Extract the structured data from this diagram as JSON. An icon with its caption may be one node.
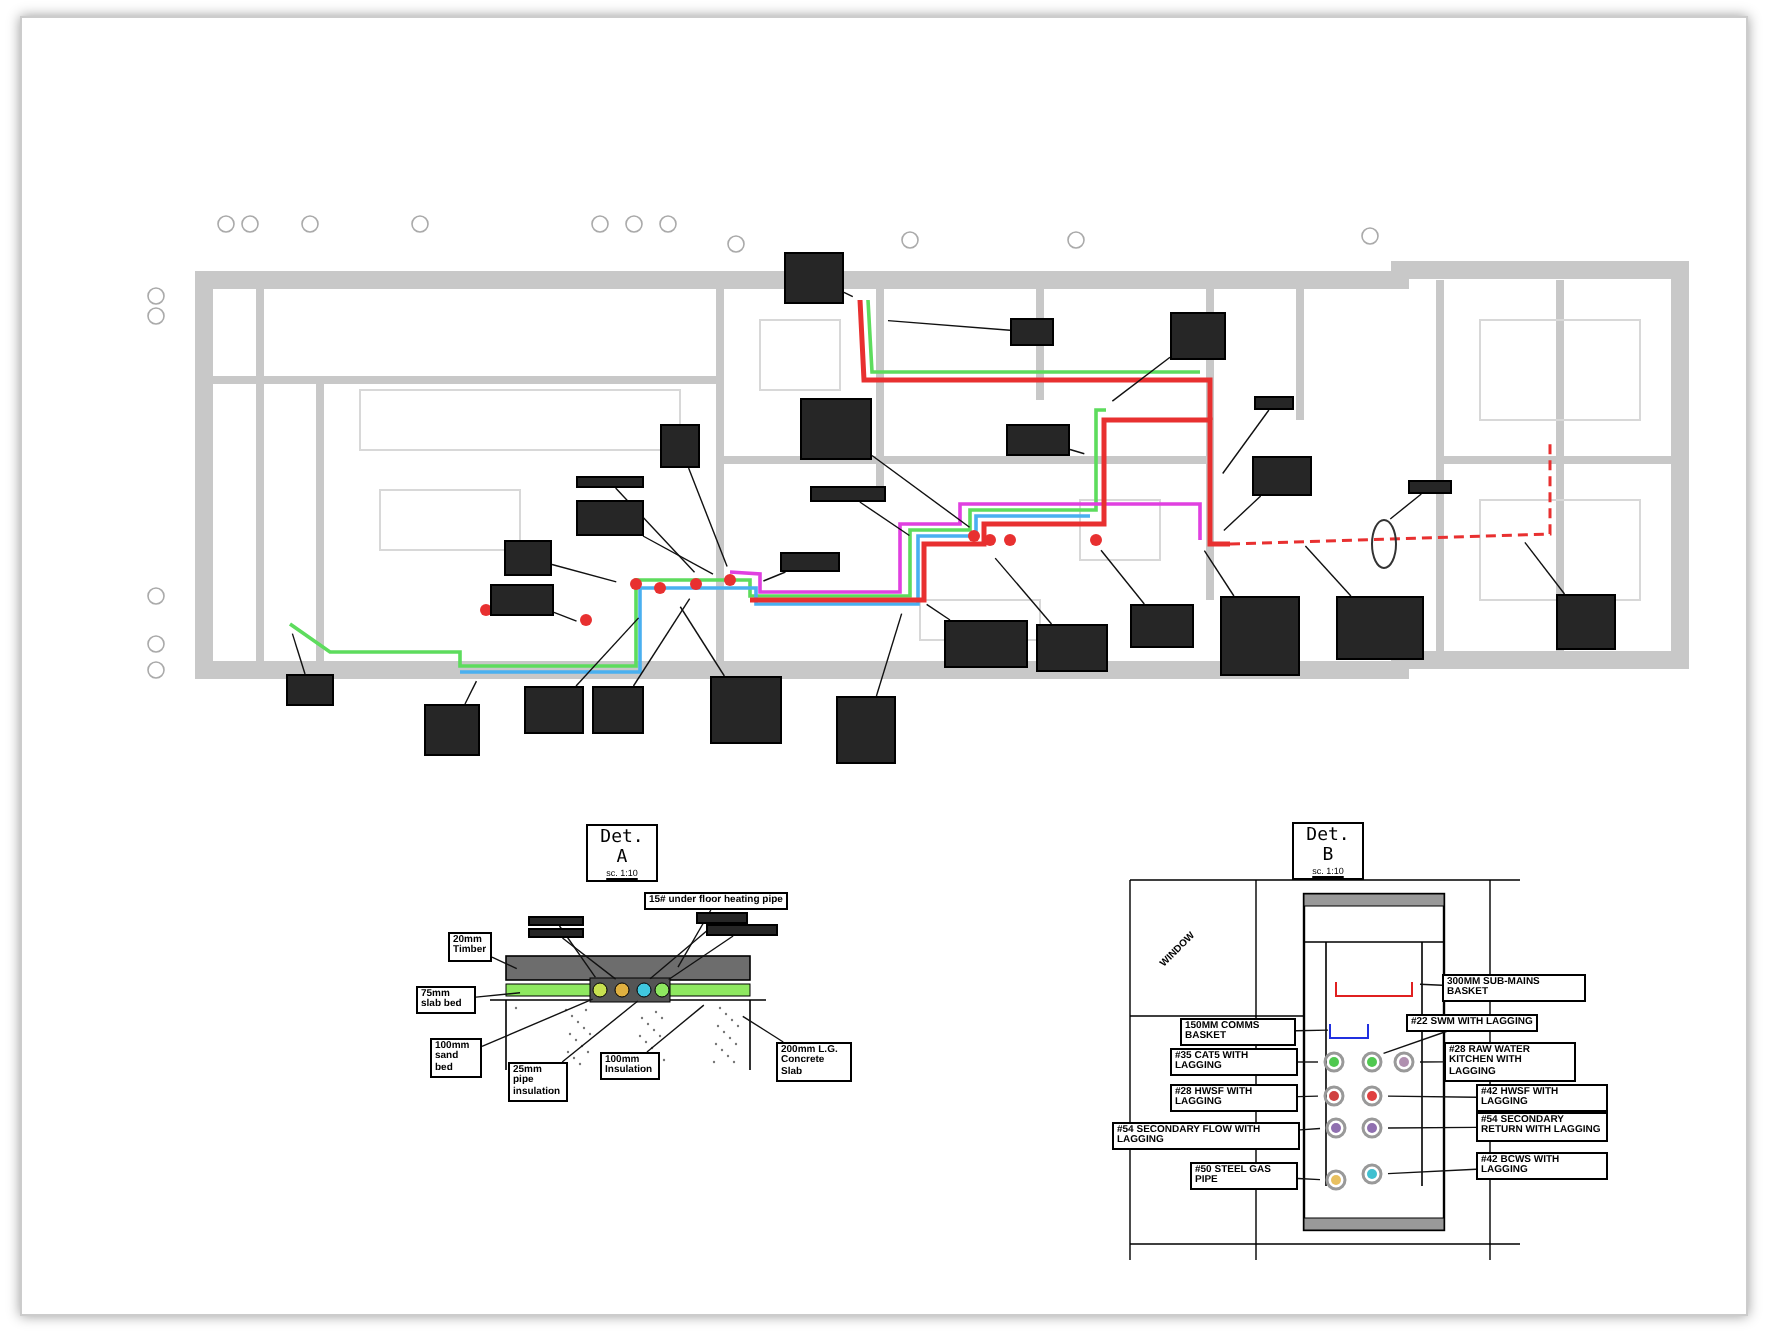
{
  "diagram": {
    "nodes": [
      {
        "text": [],
        "shape": "box"
      },
      {
        "text": [],
        "shape": "box"
      },
      {
        "text": [],
        "shape": "box"
      },
      {
        "text": [],
        "shape": "box"
      },
      {
        "text": [],
        "shape": "box"
      },
      {
        "text": [],
        "shape": "box"
      },
      {
        "text": [],
        "shape": "box"
      },
      {
        "text": [],
        "shape": "box"
      },
      {
        "text": [],
        "shape": "box"
      },
      {
        "text": [],
        "shape": "box"
      },
      {
        "text": [],
        "shape": "box"
      },
      {
        "text": [],
        "shape": "box"
      },
      {
        "text": [],
        "shape": "box"
      },
      {
        "text": [],
        "shape": "box"
      },
      {
        "text": [],
        "shape": "box"
      },
      {
        "text": [],
        "shape": "box"
      },
      {
        "text": [],
        "shape": "box"
      },
      {
        "text": [],
        "shape": "box"
      },
      {
        "text": [],
        "shape": "box"
      },
      {
        "text": [],
        "shape": "box"
      },
      {
        "text": [],
        "shape": "box"
      },
      {
        "text": [],
        "shape": "box"
      },
      {
        "text": [],
        "shape": "box"
      },
      {
        "text": [],
        "shape": "box"
      },
      {
        "text": [],
        "shape": "box"
      },
      {
        "text": [],
        "shape": "box"
      },
      {
        "text": [],
        "shape": "box"
      },
      {
        "text": [
          "Det. A",
          "sc. 1:10"
        ]
      },
      {
        "text": [
          "15# under floor heating pipe"
        ]
      },
      {
        "text": [],
        "shape": "box"
      },
      {
        "text": [],
        "shape": "box"
      },
      {
        "text": [],
        "shape": "box"
      },
      {
        "text": [],
        "shape": "box"
      },
      {
        "text": [
          "20mm Timber"
        ]
      },
      {
        "text": [
          "75mm slab bed"
        ]
      },
      {
        "text": [
          "100mm sand bed"
        ]
      },
      {
        "text": [
          "25mm pipe insulation"
        ]
      },
      {
        "text": [
          "100mm Insulation"
        ]
      },
      {
        "text": [
          "200mm L.G. Concrete Slab"
        ]
      },
      {
        "text": [
          "Det. B",
          "sc. 1:10"
        ]
      },
      {
        "text": [
          "300MM SUB-MAINS BASKET"
        ]
      },
      {
        "text": [
          "150MM COMMS BASKET"
        ]
      },
      {
        "text": [
          "#22 SWM WITH LAGGING"
        ]
      },
      {
        "text": [
          "#35 CAT5 WITH LAGGING"
        ]
      },
      {
        "text": [
          "#28 RAW WATER KITCHEN WITH LAGGING"
        ]
      },
      {
        "text": [
          "#28 HWSF WITH LAGGING"
        ]
      },
      {
        "text": [
          "#42 HWSF WITH LAGGING"
        ]
      },
      {
        "text": [
          "#54 SECONDARY FLOW WITH LAGGING"
        ]
      },
      {
        "text": [
          "#54 SECONDARY RETURN WITH LAGGING"
        ]
      },
      {
        "text": [
          "#50 STEEL GAS PIPE"
        ]
      },
      {
        "text": [
          "#42 BCWS WITH LAGGING"
        ]
      }
    ],
    "edges": [
      {
        "from": 0,
        "to": null,
        "arrow": "none"
      },
      {
        "from": 1,
        "to": null,
        "arrow": "none"
      },
      {
        "from": 2,
        "to": null,
        "arrow": "none"
      },
      {
        "from": 3,
        "to": null,
        "arrow": "none"
      },
      {
        "from": 4,
        "to": null,
        "arrow": "none"
      },
      {
        "from": 5,
        "to": null,
        "arrow": "none"
      },
      {
        "from": 6,
        "to": null,
        "arrow": "none"
      },
      {
        "from": 7,
        "to": null,
        "arrow": "none"
      },
      {
        "from": 8,
        "to": null,
        "arrow": "none"
      },
      {
        "from": 9,
        "to": null,
        "arrow": "none"
      },
      {
        "from": 10,
        "to": null,
        "arrow": "none"
      },
      {
        "from": 11,
        "to": null,
        "arrow": "none"
      },
      {
        "from": 12,
        "to": null,
        "arrow": "none"
      },
      {
        "from": 13,
        "to": null,
        "arrow": "none"
      },
      {
        "from": 14,
        "to": null,
        "arrow": "none"
      },
      {
        "from": 15,
        "to": null,
        "arrow": "none"
      },
      {
        "from": 16,
        "to": null,
        "arrow": "none"
      },
      {
        "from": 17,
        "to": null,
        "arrow": "none"
      },
      {
        "from": 18,
        "to": null,
        "arrow": "none"
      },
      {
        "from": 19,
        "to": null,
        "arrow": "none"
      },
      {
        "from": 20,
        "to": null,
        "arrow": "none"
      },
      {
        "from": 21,
        "to": null,
        "arrow": "none"
      },
      {
        "from": 22,
        "to": null,
        "arrow": "none"
      },
      {
        "from": 23,
        "to": null,
        "arrow": "none"
      },
      {
        "from": 24,
        "to": null,
        "arrow": "none"
      },
      {
        "from": 25,
        "to": null,
        "arrow": "none"
      },
      {
        "from": 26,
        "to": null,
        "arrow": "none"
      },
      {
        "from": 28,
        "to": null,
        "arrow": "none"
      },
      {
        "from": 29,
        "to": null,
        "arrow": "none"
      },
      {
        "from": 30,
        "to": null,
        "arrow": "none"
      },
      {
        "from": 31,
        "to": null,
        "arrow": "none"
      },
      {
        "from": 32,
        "to": null,
        "arrow": "none"
      },
      {
        "from": 33,
        "to": null,
        "arrow": "none"
      },
      {
        "from": 34,
        "to": null,
        "arrow": "none"
      },
      {
        "from": 35,
        "to": null,
        "arrow": "none"
      },
      {
        "from": 36,
        "to": null,
        "arrow": "none"
      },
      {
        "from": 37,
        "to": null,
        "arrow": "none"
      },
      {
        "from": 38,
        "to": null,
        "arrow": "none"
      },
      {
        "from": 40,
        "to": null,
        "arrow": "none"
      },
      {
        "from": 41,
        "to": null,
        "arrow": "none"
      },
      {
        "from": 42,
        "to": null,
        "arrow": "none"
      },
      {
        "from": 43,
        "to": null,
        "arrow": "none"
      },
      {
        "from": 44,
        "to": null,
        "arrow": "none"
      },
      {
        "from": 45,
        "to": null,
        "arrow": "none"
      },
      {
        "from": 46,
        "to": null,
        "arrow": "none"
      },
      {
        "from": 47,
        "to": null,
        "arrow": "none"
      },
      {
        "from": 48,
        "to": null,
        "arrow": "none"
      },
      {
        "from": 49,
        "to": null,
        "arrow": "none"
      },
      {
        "from": 50,
        "to": null,
        "arrow": "none"
      }
    ],
    "labels": [
      "WINDOW"
    ]
  }
}
